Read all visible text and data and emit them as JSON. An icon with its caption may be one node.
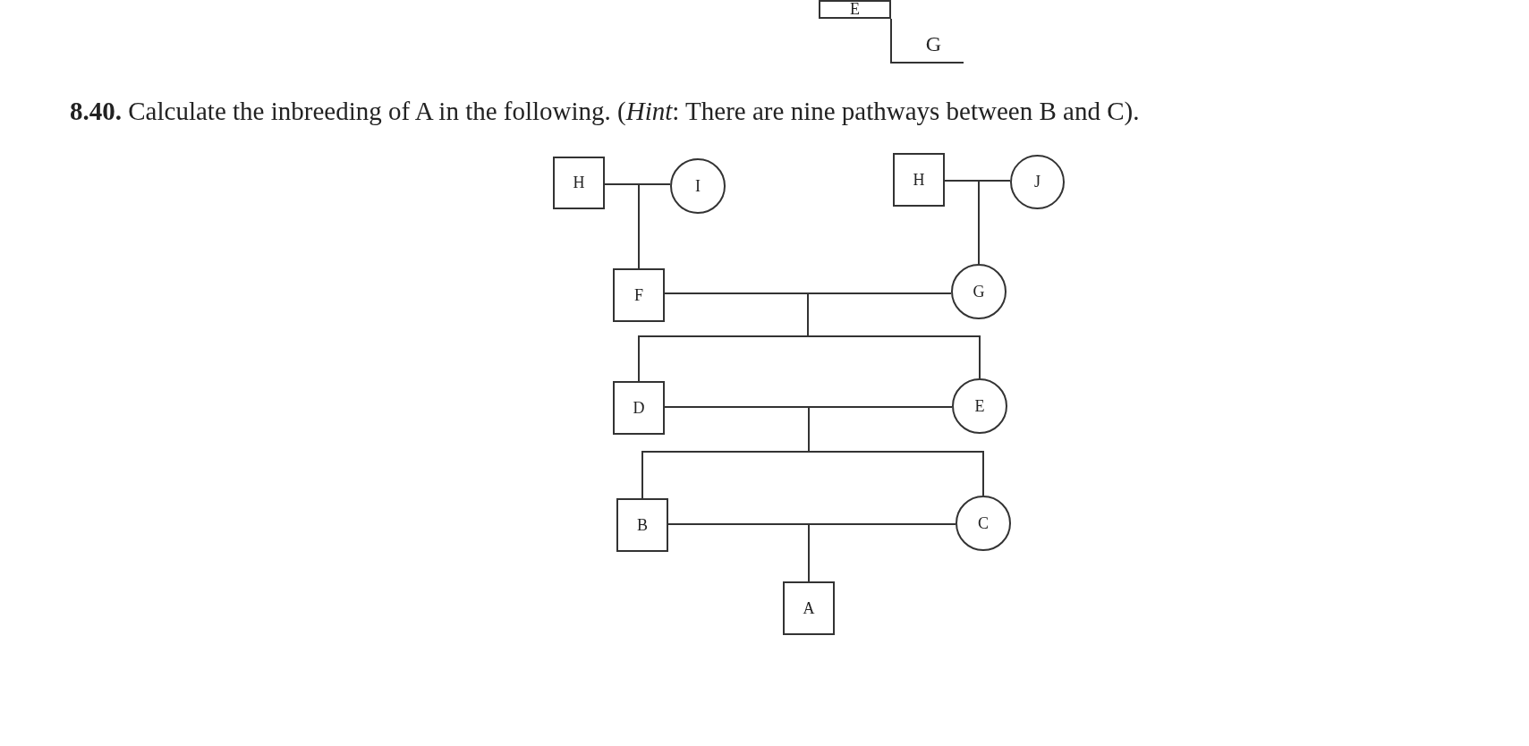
{
  "diagram": {
    "title": "**8.40.** Calculate the inbreeding of A in the following. (*Hint*: There are nine pathways between B and C).",
    "nodes": [
      {
        "text": [
          "E"
        ]
      },
      {
        "text": [
          "G"
        ]
      },
      {
        "text": [
          "H"
        ]
      },
      {
        "text": [
          "I"
        ]
      },
      {
        "text": [
          "H"
        ]
      },
      {
        "text": [
          "J"
        ]
      },
      {
        "text": [
          "F"
        ]
      },
      {
        "text": [
          "G"
        ]
      },
      {
        "text": [
          "D"
        ]
      },
      {
        "text": [
          "E"
        ]
      },
      {
        "text": [
          "B"
        ]
      },
      {
        "text": [
          "C"
        ]
      },
      {
        "text": [
          "A"
        ]
      }
    ],
    "edges": [
      {
        "from": 0,
        "to": 1,
        "arrow": "none"
      },
      {
        "from": 2,
        "to": 3,
        "arrow": "none"
      },
      {
        "from": 2,
        "to": 6,
        "arrow": "none"
      },
      {
        "from": 3,
        "to": 6,
        "arrow": "none"
      },
      {
        "from": 4,
        "to": 5,
        "arrow": "none"
      },
      {
        "from": 4,
        "to": 7,
        "arrow": "none"
      },
      {
        "from": 5,
        "to": 7,
        "arrow": "none"
      },
      {
        "from": 6,
        "to": 7,
        "arrow": "none"
      },
      {
        "from": 6,
        "to": 8,
        "arrow": "none"
      },
      {
        "from": 6,
        "to": 9,
        "arrow": "none"
      },
      {
        "from": 7,
        "to": 8,
        "arrow": "none"
      },
      {
        "from": 7,
        "to": 9,
        "arrow": "none"
      },
      {
        "from": 8,
        "to": 9,
        "arrow": "none"
      },
      {
        "from": 8,
        "to": 10,
        "arrow": "none"
      },
      {
        "from": 8,
        "to": 11,
        "arrow": "none"
      },
      {
        "from": 9,
        "to": 10,
        "arrow": "none"
      },
      {
        "from": 9,
        "to": 11,
        "arrow": "none"
      },
      {
        "from": 10,
        "to": 11,
        "arrow": "none"
      },
      {
        "from": 10,
        "to": 12,
        "arrow": "none"
      },
      {
        "from": 11,
        "to": 12,
        "arrow": "none"
      }
    ]
  }
}
